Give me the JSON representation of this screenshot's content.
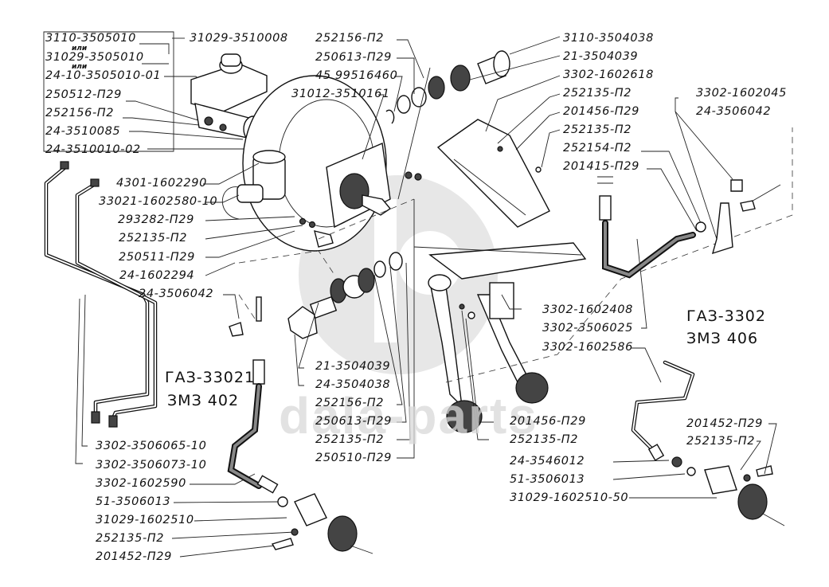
{
  "diagram": {
    "watermark": "dala-parts",
    "models": [
      {
        "vehicle": "ГАЗ-33021",
        "engine": "ЗМЗ 402"
      },
      {
        "vehicle": "ГАЗ-3302",
        "engine": "ЗМЗ 406"
      }
    ],
    "alternative_word": "или",
    "labels": {
      "master_cylinder_group": [
        "3110-3505010",
        "31029-3505010",
        "24-10-3505010-01",
        "250512-П29",
        "252156-П2",
        "24-3510085",
        "24-3510010-02"
      ],
      "booster_group": [
        "31029-3510008",
        "252156-П2",
        "250613-П29",
        "45 99516460",
        "31012-3510161"
      ],
      "clutch_master_group": [
        "4301-1602290",
        "33021-1602580-10",
        "293282-П29",
        "252135-П2",
        "250511-П29",
        "24-1602294",
        "24-3506042"
      ],
      "pedal_axle_group": [
        "21-3504039",
        "24-3504038",
        "252156-П2",
        "250613-П29",
        "252135-П2",
        "250510-П29"
      ],
      "top_right_group": [
        "3110-3504038",
        "21-3504039",
        "3302-1602618",
        "252135-П2",
        "201456-П29",
        "252135-П2",
        "252154-П2",
        "201415-П29"
      ],
      "hose_bracket_group": [
        "3302-1602045",
        "24-3506042"
      ],
      "pedal_bracket_group": [
        "3302-1602408",
        "3302-3506025",
        "3302-1602586"
      ],
      "pedal_fasteners_group": [
        "201456-П29",
        "252135-П2"
      ],
      "slave_cylinder_406_group": [
        "24-3546012",
        "51-3506013",
        "31029-1602510-50",
        "201452-П29",
        "252135-П2"
      ],
      "slave_cylinder_402_group": [
        "3302-3506065-10",
        "3302-3506073-10",
        "3302-1602590",
        "51-3506013",
        "31029-1602510",
        "252135-П2",
        "201452-П29"
      ]
    }
  }
}
